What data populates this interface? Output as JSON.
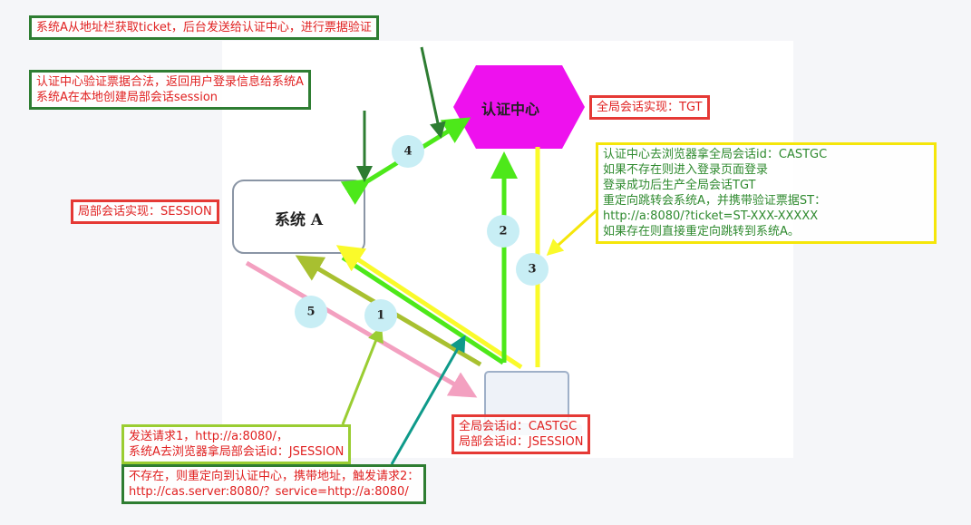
{
  "nodes": {
    "auth_center": "认证中心",
    "system_a": "系统 A"
  },
  "steps": [
    "1",
    "2",
    "3",
    "4",
    "5"
  ],
  "notes": {
    "ticket_validate": "系统A从地址栏获取ticket，后台发送给认证中心，进行票据验证",
    "validate_result": "认证中心验证票据合法，返回用户登录信息给系统A\n系统A在本地创建局部会话session",
    "global_session": "全局会话实现：TGT",
    "local_session": "局部会话实现：SESSION",
    "auth_flow": "认证中心去浏览器拿全局会话id：CASTGC\n如果不存在则进入登录页面登录\n登录成功后生产全局会话TGT\n重定向跳转会系统A，并携带验证票据ST：\nhttp://a:8080/?ticket=ST-XXX-XXXXX\n如果存在则直接重定向跳转到系统A。",
    "request_1": "发送请求1，http://a:8080/，\n系统A去浏览器拿局部会话id：JSESSION",
    "redirect": "不存在，则重定向到认证中心，携带地址，触发请求2：\nhttp://cas.server:8080/？service=http://a:8080/",
    "browser_ids": "全局会话id：CASTGC\n局部会话id：JSESSION"
  },
  "colors": {
    "hexagon": "#ee11ee",
    "arrow_green": "#4de81a",
    "arrow_olive": "#a8c030",
    "arrow_yellow": "#fafa2a",
    "arrow_pink": "#f3a0c0",
    "step_circle": "#c8eef5"
  }
}
